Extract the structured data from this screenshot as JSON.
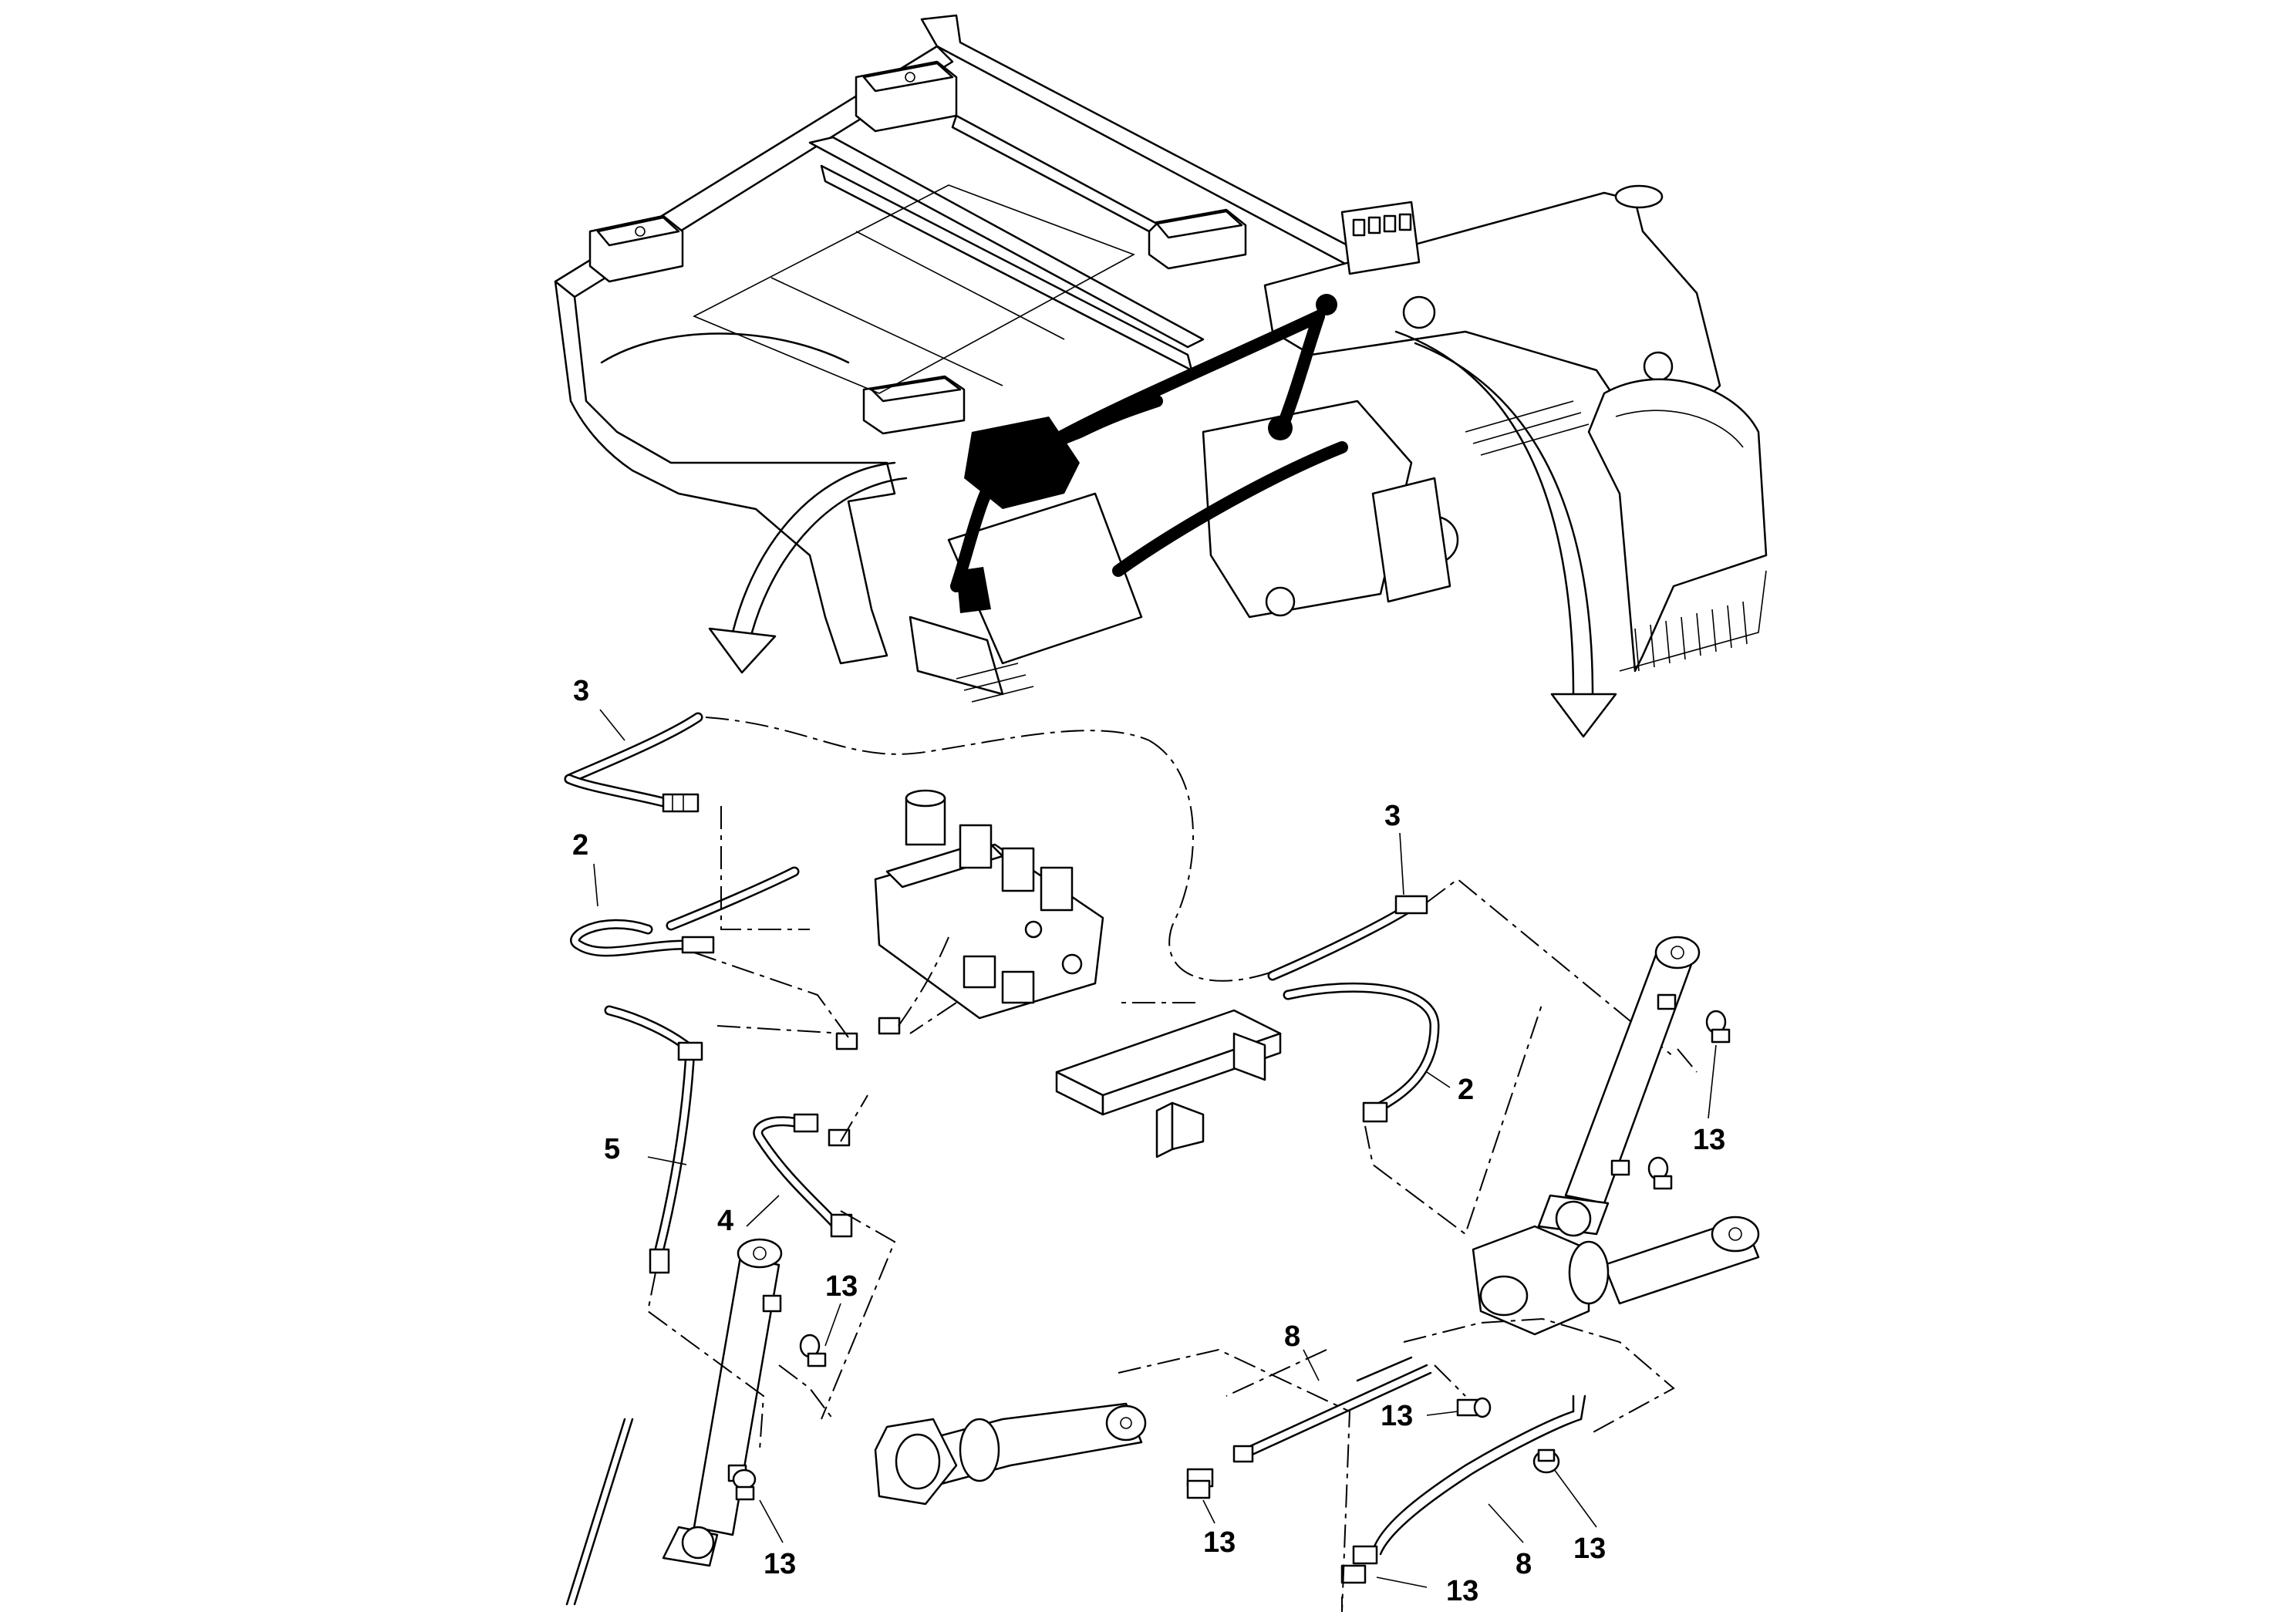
{
  "callouts": [
    {
      "id": "c-hose-3-left",
      "text": "3"
    },
    {
      "id": "c-hose-2-left",
      "text": "2"
    },
    {
      "id": "c-hose-5",
      "text": "5"
    },
    {
      "id": "c-hose-4",
      "text": "4"
    },
    {
      "id": "c-fitting-13-a",
      "text": "13"
    },
    {
      "id": "c-fitting-13-b",
      "text": "13"
    },
    {
      "id": "c-hose-3-right",
      "text": "3"
    },
    {
      "id": "c-hose-2-right",
      "text": "2"
    },
    {
      "id": "c-fitting-13-c",
      "text": "13"
    },
    {
      "id": "c-pipe-8-top",
      "text": "8"
    },
    {
      "id": "c-fitting-13-d",
      "text": "13"
    },
    {
      "id": "c-fitting-13-e",
      "text": "13"
    },
    {
      "id": "c-fitting-13-f",
      "text": "13"
    },
    {
      "id": "c-pipe-8-bottom",
      "text": "8"
    },
    {
      "id": "c-fitting-13-g",
      "text": "13"
    }
  ]
}
